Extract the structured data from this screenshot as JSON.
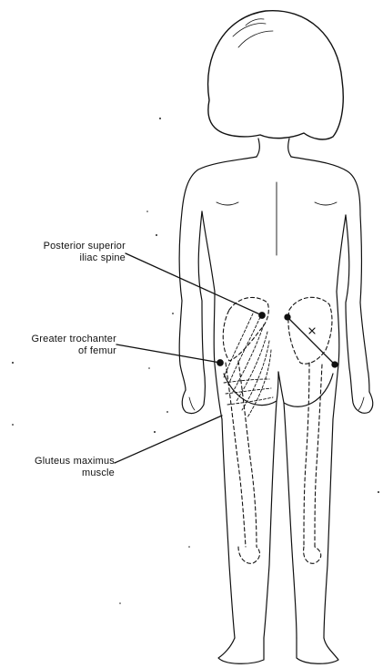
{
  "labels": {
    "psis_line1": "Posterior superior",
    "psis_line2": "iliac spine",
    "gt_line1": "Greater trochanter",
    "gt_line2": "of femur",
    "gm_line1": "Gluteus maximus",
    "gm_line2": "muscle"
  },
  "colors": {
    "ink": "#111111",
    "paper": "#ffffff"
  }
}
